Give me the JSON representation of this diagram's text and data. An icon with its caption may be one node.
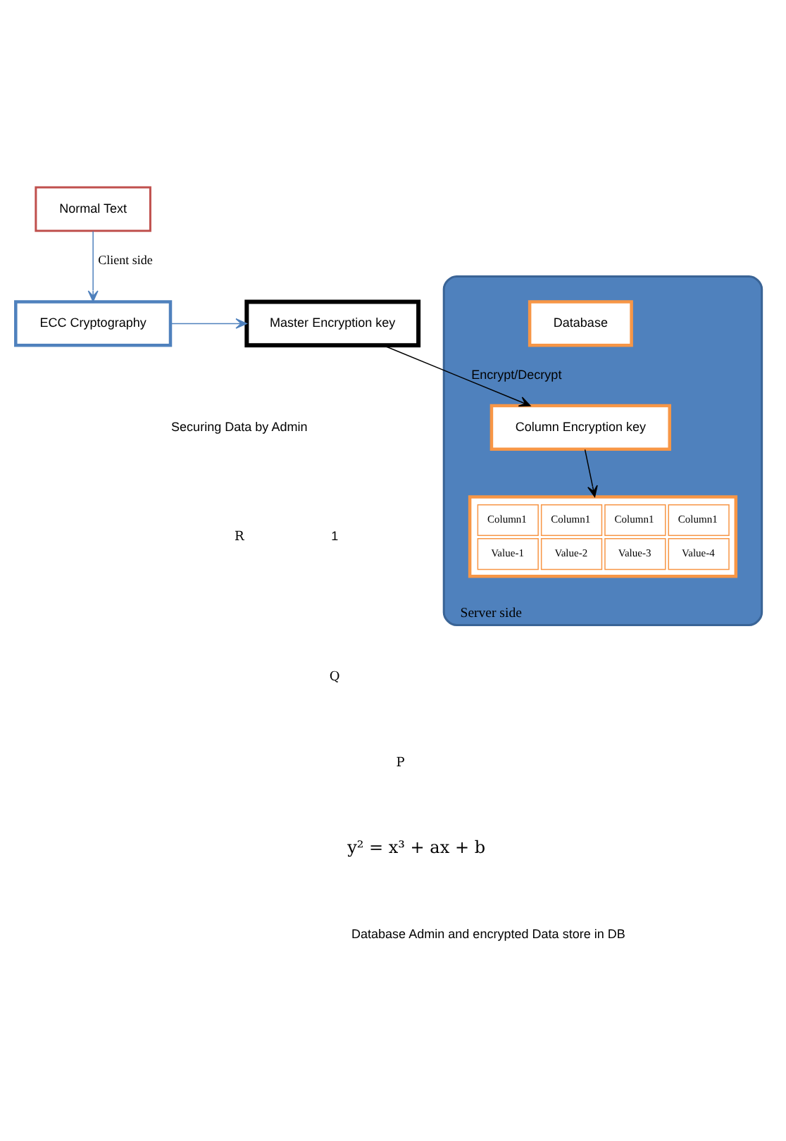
{
  "diagram": {
    "nodes": [
      {
        "text": [
          "Normal Text"
        ]
      },
      {
        "text": [
          "ECC Cryptography"
        ]
      },
      {
        "text": [
          "Master Encryption key"
        ]
      },
      {
        "text": [
          "Server side"
        ]
      },
      {
        "text": [
          "Database"
        ],
        "in": 3
      },
      {
        "text": [
          "Column Encryption key"
        ],
        "in": 3
      },
      {
        "text": [
          "Column1",
          "Column1",
          "Column1",
          "Column1",
          "Value-1",
          "Value-2",
          "Value-3",
          "Value-4"
        ],
        "in": 3
      }
    ],
    "edges": [
      {
        "from": 0,
        "to": 1,
        "arrow": "to",
        "label": "Client side",
        "color": "#4f81bd"
      },
      {
        "from": 1,
        "to": 2,
        "arrow": "to",
        "color": "#4f81bd"
      },
      {
        "from": 2,
        "to": 5,
        "arrow": "to",
        "label": "Encrypt/Decrypt",
        "color": "#000000"
      },
      {
        "from": 5,
        "to": 6,
        "arrow": "to",
        "color": "#000000"
      }
    ],
    "labels": [
      "Securing Data by Admin",
      "1",
      "R",
      "Q",
      "P",
      "y² = x³ + ax + b",
      "Database Admin and encrypted Data store in DB"
    ]
  }
}
